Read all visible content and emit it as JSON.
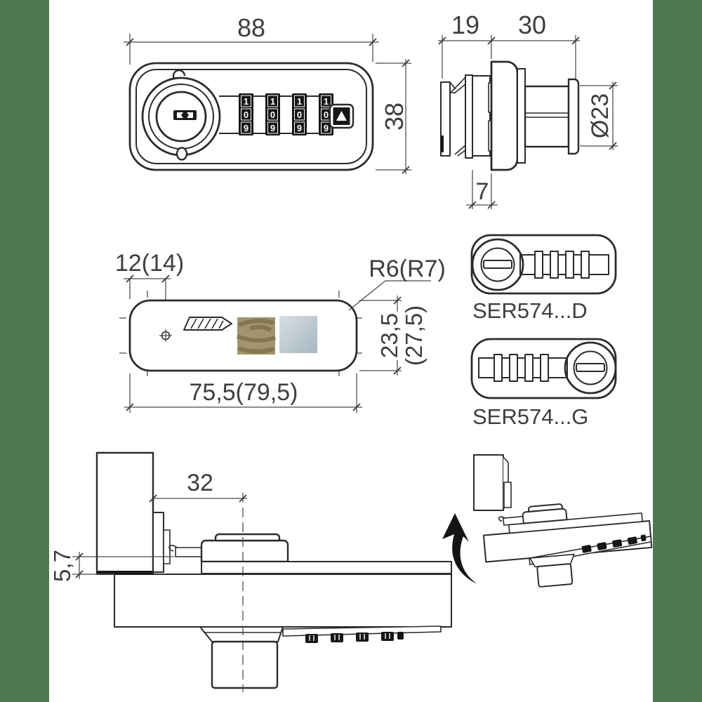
{
  "page": {
    "background": "#ffffff",
    "margin_band_color": "#4e7a52",
    "line_color": "#2b2b2b",
    "text_color": "#3e3e3e"
  },
  "front_view": {
    "dim_width": "88",
    "dim_height": "38",
    "wheel_digits": [
      "1",
      "0",
      "9"
    ],
    "button_icon": "triangle-up"
  },
  "side_view": {
    "dim_latch_depth": "19",
    "dim_body_depth": "30",
    "dim_diameter": "Ø23",
    "dim_flange": "7"
  },
  "cutout_view": {
    "dim_hole_offset": "12(14)",
    "dim_corner_radius": "R6(R7)",
    "dim_height": "23,5",
    "dim_height_alt": "(27,5)",
    "dim_length": "75,5(79,5)",
    "materials": {
      "wood_color": "#a2946c",
      "wood_grain_color": "#847651",
      "metal_color_light": "#d6dee3",
      "metal_color_dark": "#a8b7c1"
    }
  },
  "variants": [
    {
      "label": "SER574...D"
    },
    {
      "label": "SER574...G"
    }
  ],
  "installation_view": {
    "dim_backset": "32",
    "dim_gap": "5,7",
    "panel_color": "#d8dadb",
    "door_color": "#e3e5e6"
  }
}
